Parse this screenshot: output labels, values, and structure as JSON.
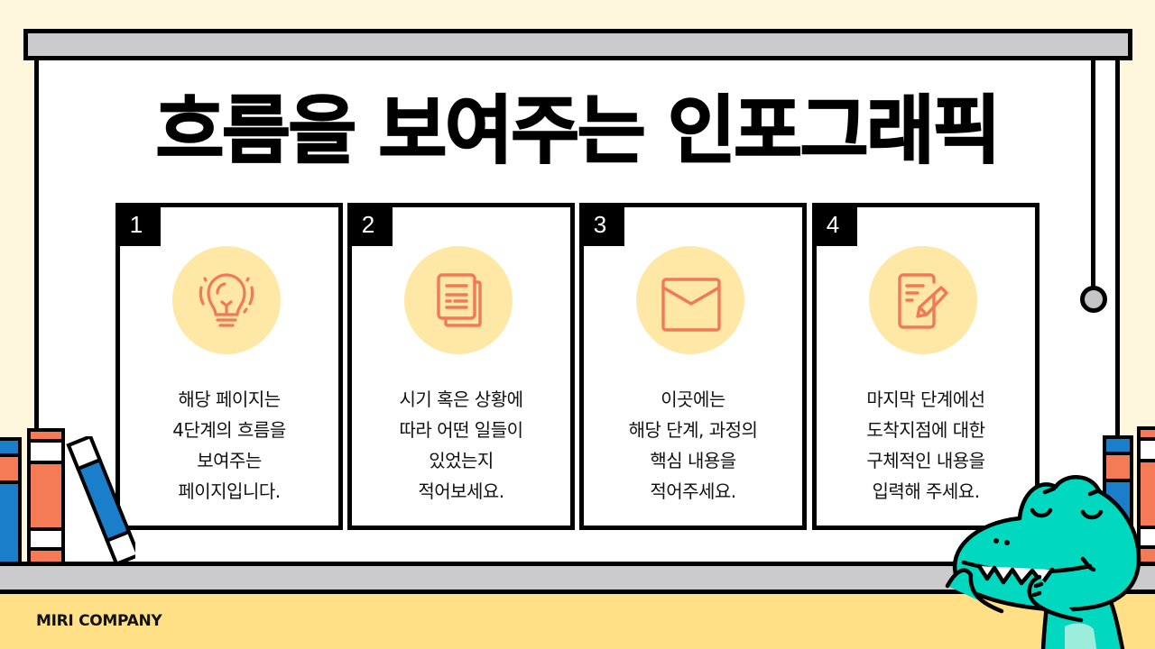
{
  "slide": {
    "title": "흐름을 보여주는 인포그래픽",
    "company": "MIRI COMPANY"
  },
  "steps": [
    {
      "number": "1",
      "icon": "lightbulb-icon",
      "lines": [
        "해당 페이지는",
        "4단계의 흐름을",
        "보여주는",
        "페이지입니다."
      ]
    },
    {
      "number": "2",
      "icon": "documents-icon",
      "lines": [
        "시기 혹은 상황에",
        "따라 어떤 일들이",
        "있었는지",
        "적어보세요."
      ]
    },
    {
      "number": "3",
      "icon": "envelope-icon",
      "lines": [
        "이곳에는",
        "해당 단계, 과정의",
        "핵심 내용을",
        "적어주세요."
      ]
    },
    {
      "number": "4",
      "icon": "edit-note-icon",
      "lines": [
        "마지막 단계에선",
        "도착지점에 대한",
        "구체적인 내용을",
        "입력해 주세요."
      ]
    }
  ],
  "colors": {
    "background": "#FFF7DD",
    "footer": "#FFE086",
    "icon_circle": "#FFE7A6",
    "icon_stroke": "#F07A56",
    "book_blue": "#1B7ECB",
    "book_orange": "#F57A56",
    "dino": "#00D8C0",
    "shelf": "#CBCACD"
  }
}
